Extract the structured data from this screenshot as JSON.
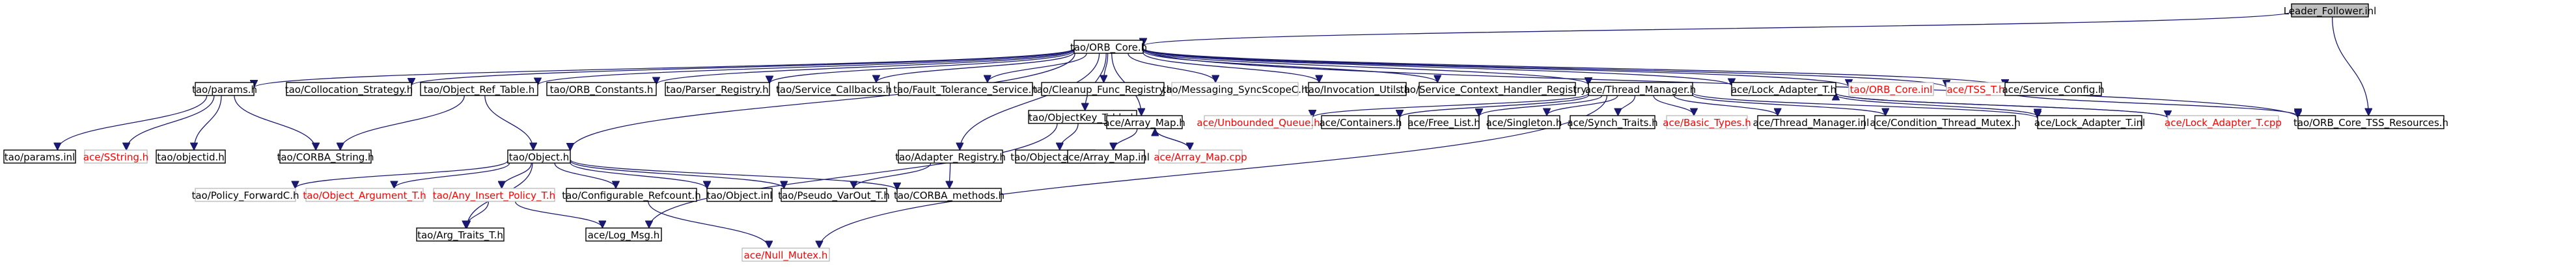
{
  "colors": {
    "edge": "#191970",
    "red_text": "#ff0000",
    "missing_border": "#bfbfbf",
    "root_fill": "#bfbfbf"
  },
  "nodes": [
    {
      "id": "root",
      "label": "Leader_Follower.inl",
      "style": "root"
    },
    {
      "id": "orbcore",
      "label": "tao/ORB_Core.h",
      "style": "normal"
    },
    {
      "id": "params",
      "label": "tao/params.h",
      "style": "normal"
    },
    {
      "id": "colloc",
      "label": "tao/Collocation_Strategy.h",
      "style": "normal"
    },
    {
      "id": "objreftable",
      "label": "tao/Object_Ref_Table.h",
      "style": "normal"
    },
    {
      "id": "orbconst",
      "label": "tao/ORB_Constants.h",
      "style": "normal"
    },
    {
      "id": "parserreg",
      "label": "tao/Parser_Registry.h",
      "style": "normal"
    },
    {
      "id": "svccb",
      "label": "tao/Service_Callbacks.h",
      "style": "normal"
    },
    {
      "id": "faulttol",
      "label": "tao/Fault_Tolerance_Service.h",
      "style": "normal"
    },
    {
      "id": "cleanup",
      "label": "tao/Cleanup_Func_Registry.h",
      "style": "normal"
    },
    {
      "id": "objkeytable",
      "label": "tao/ObjectKey_Table.h",
      "style": "normal"
    },
    {
      "id": "msgsync",
      "label": "tao/Messaging_SyncScopeC.h",
      "style": "missing"
    },
    {
      "id": "invutils",
      "label": "tao/Invocation_Utils.h",
      "style": "normal"
    },
    {
      "id": "svcctx",
      "label": "tao/Service_Context_Handler_Registry.h",
      "style": "normal"
    },
    {
      "id": "threadmgr",
      "label": "ace/Thread_Manager.h",
      "style": "normal"
    },
    {
      "id": "lockadapt",
      "label": "ace/Lock_Adapter_T.h",
      "style": "normal"
    },
    {
      "id": "orbcoreinl",
      "label": "tao/ORB_Core.inl",
      "style": "missing_red"
    },
    {
      "id": "tsst",
      "label": "ace/TSS_T.h",
      "style": "missing_red"
    },
    {
      "id": "svcconfig",
      "label": "ace/Service_Config.h",
      "style": "normal"
    },
    {
      "id": "paramsinl",
      "label": "tao/params.inl",
      "style": "normal"
    },
    {
      "id": "sstring",
      "label": "ace/SString.h",
      "style": "missing_red"
    },
    {
      "id": "objectid",
      "label": "tao/objectid.h",
      "style": "normal"
    },
    {
      "id": "corbastring",
      "label": "tao/CORBA_String.h",
      "style": "normal"
    },
    {
      "id": "object",
      "label": "tao/Object.h",
      "style": "normal"
    },
    {
      "id": "adaptreg",
      "label": "tao/Adapter_Registry.h",
      "style": "normal"
    },
    {
      "id": "objkeyc",
      "label": "tao/Object_KeyC.h",
      "style": "normal"
    },
    {
      "id": "arraymap",
      "label": "ace/Array_Map.h",
      "style": "normal"
    },
    {
      "id": "unbq",
      "label": "ace/Unbounded_Queue.h",
      "style": "missing_red"
    },
    {
      "id": "containers",
      "label": "ace/Containers.h",
      "style": "normal"
    },
    {
      "id": "freelist",
      "label": "ace/Free_List.h",
      "style": "normal"
    },
    {
      "id": "singleton",
      "label": "ace/Singleton.h",
      "style": "normal"
    },
    {
      "id": "synchtraits",
      "label": "ace/Synch_Traits.h",
      "style": "normal"
    },
    {
      "id": "basictypes",
      "label": "ace/Basic_Types.h",
      "style": "missing_red"
    },
    {
      "id": "threadmgrinl",
      "label": "ace/Thread_Manager.inl",
      "style": "normal"
    },
    {
      "id": "condmutex",
      "label": "ace/Condition_Thread_Mutex.h",
      "style": "normal"
    },
    {
      "id": "lockadaptinl",
      "label": "ace/Lock_Adapter_T.inl",
      "style": "normal"
    },
    {
      "id": "lockadaptcpp",
      "label": "ace/Lock_Adapter_T.cpp",
      "style": "missing_red"
    },
    {
      "id": "tssres",
      "label": "tao/ORB_Core_TSS_Resources.h",
      "style": "normal"
    },
    {
      "id": "policyfwd",
      "label": "tao/Policy_ForwardC.h",
      "style": "missing"
    },
    {
      "id": "objargt",
      "label": "tao/Object_Argument_T.h",
      "style": "missing_red"
    },
    {
      "id": "anyins",
      "label": "tao/Any_Insert_Policy_T.h",
      "style": "missing_red"
    },
    {
      "id": "configref",
      "label": "tao/Configurable_Refcount.h",
      "style": "normal"
    },
    {
      "id": "objectinl",
      "label": "tao/Object.inl",
      "style": "normal"
    },
    {
      "id": "pseudovarout",
      "label": "tao/Pseudo_VarOut_T.h",
      "style": "normal"
    },
    {
      "id": "corbamethods",
      "label": "tao/CORBA_methods.h",
      "style": "normal"
    },
    {
      "id": "arraymapinl",
      "label": "ace/Array_Map.inl",
      "style": "normal"
    },
    {
      "id": "arraymapcpp",
      "label": "ace/Array_Map.cpp",
      "style": "missing_red"
    },
    {
      "id": "argtraits",
      "label": "tao/Arg_Traits_T.h",
      "style": "normal"
    },
    {
      "id": "logmsg",
      "label": "ace/Log_Msg.h",
      "style": "normal"
    },
    {
      "id": "nullmutex",
      "label": "ace/Null_Mutex.h",
      "style": "missing_red"
    }
  ],
  "edges": [
    [
      "root",
      "orbcore"
    ],
    [
      "root",
      "tssres"
    ],
    [
      "orbcore",
      "params"
    ],
    [
      "orbcore",
      "colloc"
    ],
    [
      "orbcore",
      "objreftable"
    ],
    [
      "orbcore",
      "orbconst"
    ],
    [
      "orbcore",
      "parserreg"
    ],
    [
      "orbcore",
      "svccb"
    ],
    [
      "orbcore",
      "faulttol"
    ],
    [
      "orbcore",
      "cleanup"
    ],
    [
      "orbcore",
      "objkeytable"
    ],
    [
      "orbcore",
      "msgsync"
    ],
    [
      "orbcore",
      "invutils"
    ],
    [
      "orbcore",
      "svcctx"
    ],
    [
      "orbcore",
      "threadmgr"
    ],
    [
      "orbcore",
      "lockadapt"
    ],
    [
      "orbcore",
      "orbcoreinl"
    ],
    [
      "orbcore",
      "tsst"
    ],
    [
      "orbcore",
      "svcconfig"
    ],
    [
      "orbcore",
      "adaptreg"
    ],
    [
      "orbcore",
      "object"
    ],
    [
      "orbcore",
      "arraymap"
    ],
    [
      "orbcore",
      "tssres"
    ],
    [
      "params",
      "paramsinl"
    ],
    [
      "params",
      "sstring"
    ],
    [
      "params",
      "objectid"
    ],
    [
      "params",
      "corbastring"
    ],
    [
      "objreftable",
      "object"
    ],
    [
      "objreftable",
      "corbastring"
    ],
    [
      "objkeytable",
      "objkeyc"
    ],
    [
      "objkeytable",
      "logmsg"
    ],
    [
      "object",
      "policyfwd"
    ],
    [
      "object",
      "objargt"
    ],
    [
      "object",
      "anyins"
    ],
    [
      "object",
      "configref"
    ],
    [
      "object",
      "objectinl"
    ],
    [
      "object",
      "pseudovarout"
    ],
    [
      "object",
      "corbamethods"
    ],
    [
      "object",
      "argtraits"
    ],
    [
      "anyins",
      "argtraits"
    ],
    [
      "anyins",
      "logmsg"
    ],
    [
      "configref",
      "nullmutex"
    ],
    [
      "adaptreg",
      "pseudovarout"
    ],
    [
      "adaptreg",
      "corbamethods"
    ],
    [
      "arraymap",
      "arraymapinl"
    ],
    [
      "arraymap",
      "arraymapcpp"
    ],
    [
      "arraymapcpp",
      "arraymap"
    ],
    [
      "threadmgr",
      "unbq"
    ],
    [
      "threadmgr",
      "containers"
    ],
    [
      "threadmgr",
      "freelist"
    ],
    [
      "threadmgr",
      "singleton"
    ],
    [
      "threadmgr",
      "synchtraits"
    ],
    [
      "threadmgr",
      "basictypes"
    ],
    [
      "threadmgr",
      "threadmgrinl"
    ],
    [
      "threadmgr",
      "condmutex"
    ],
    [
      "threadmgr",
      "lockadaptinl"
    ],
    [
      "threadmgr",
      "nullmutex"
    ],
    [
      "lockadapt",
      "lockadaptinl"
    ],
    [
      "lockadapt",
      "lockadaptcpp"
    ],
    [
      "lockadaptcpp",
      "lockadapt"
    ],
    [
      "tsst",
      "tssres"
    ]
  ]
}
